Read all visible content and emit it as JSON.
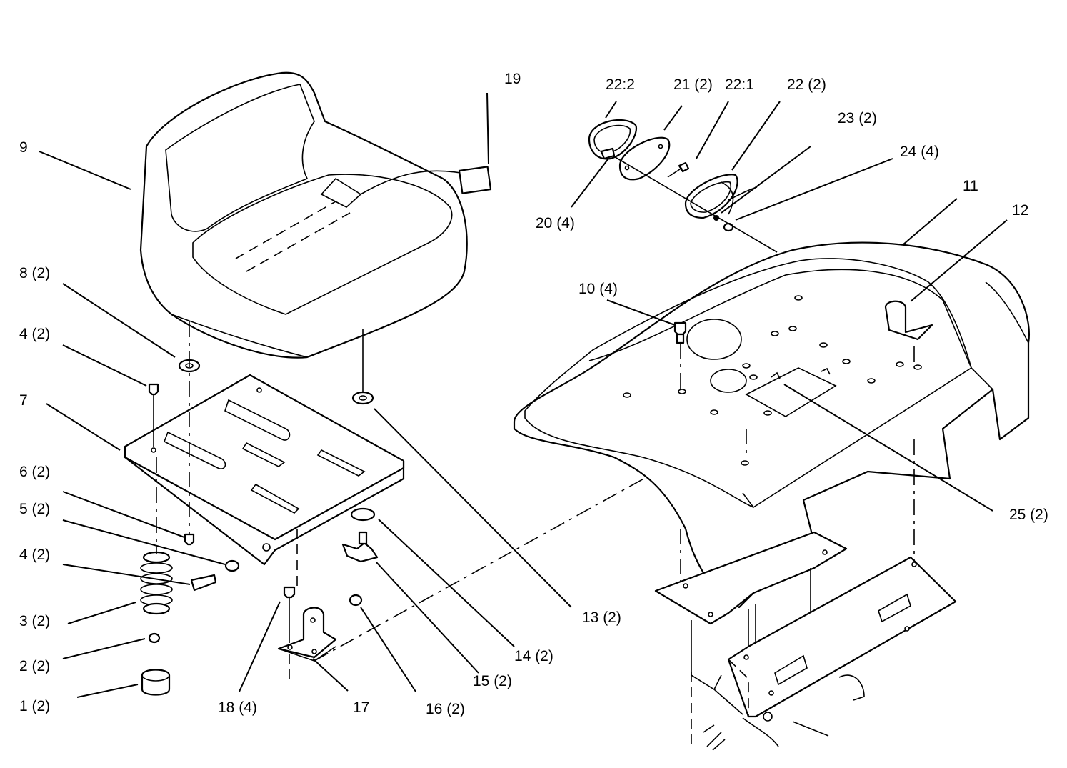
{
  "callouts": {
    "c1": "1 (2)",
    "c2": "2 (2)",
    "c3": "3 (2)",
    "c4a": "4 (2)",
    "c4b": "4 (2)",
    "c5": "5 (2)",
    "c6": "6 (2)",
    "c7": "7",
    "c8": "8 (2)",
    "c9": "9",
    "c10": "10 (4)",
    "c11": "11",
    "c12": "12",
    "c13": "13 (2)",
    "c14": "14 (2)",
    "c15": "15 (2)",
    "c16": "16 (2)",
    "c17": "17",
    "c18": "18 (4)",
    "c19": "19",
    "c20": "20 (4)",
    "c21": "21 (2)",
    "c22a": "22:2",
    "c22b": "22:1",
    "c22c": "22 (2)",
    "c23": "23 (2)",
    "c24": "24 (4)",
    "c25": "25 (2)"
  }
}
